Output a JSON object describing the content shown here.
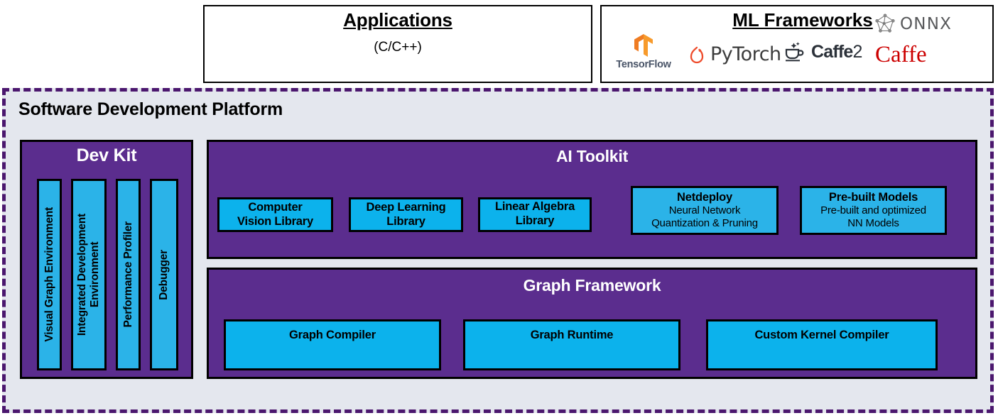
{
  "top": {
    "applications": {
      "title": "Applications",
      "subtitle": "(C/C++)"
    },
    "ml_frameworks": {
      "title": "ML Frameworks",
      "logos": [
        {
          "name": "onnx",
          "text": "ONNX",
          "color": "#58595b"
        },
        {
          "name": "tensorflow",
          "text": "TensorFlow",
          "color": "#4a5568"
        },
        {
          "name": "pytorch",
          "text": "PyTorch",
          "color": "#3d3d3d"
        },
        {
          "name": "caffe2",
          "text_bold": "Caffe",
          "text_plain": "2",
          "color": "#2b3139"
        },
        {
          "name": "caffe",
          "text": "Caffe",
          "color": "#cc0000"
        }
      ]
    }
  },
  "platform": {
    "title": "Software Development Platform",
    "border_color": "#4b176e",
    "background": "#e4e7ee",
    "dev_kit": {
      "title": "Dev Kit",
      "items": [
        {
          "label": "Visual Graph Environment"
        },
        {
          "label": "Integrated Development\nEnvironment"
        },
        {
          "label": "Performance Profiler"
        },
        {
          "label": "Debugger"
        }
      ]
    },
    "ai_toolkit": {
      "title": "AI Toolkit",
      "cards": [
        {
          "title": "Computer\nVision Library",
          "subtitle": ""
        },
        {
          "title": "Deep Learning\nLibrary",
          "subtitle": ""
        },
        {
          "title": "Linear Algebra\nLibrary",
          "subtitle": ""
        },
        {
          "title": "Netdeploy",
          "subtitle": "Neural Network\nQuantization & Pruning"
        },
        {
          "title": "Pre-built Models",
          "subtitle": "Pre-built and optimized\nNN Models"
        }
      ]
    },
    "graph_framework": {
      "title": "Graph Framework",
      "cards": [
        {
          "title": "Graph Compiler"
        },
        {
          "title": "Graph Runtime"
        },
        {
          "title": "Custom Kernel Compiler"
        }
      ]
    }
  },
  "colors": {
    "purple": "#5b2d8e",
    "blue": "#0cb2ec",
    "blue_light": "#2bb3e8",
    "dashed_border": "#4b176e",
    "platform_bg": "#e4e7ee"
  }
}
